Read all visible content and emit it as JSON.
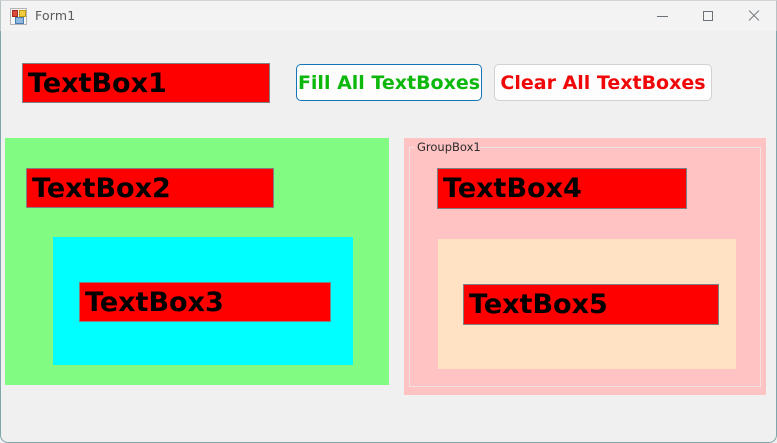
{
  "window": {
    "title": "Form1",
    "icon": "winforms-designer-icon",
    "controls": {
      "minimize": "minimize-icon",
      "maximize": "maximize-icon",
      "close": "close-icon"
    },
    "background_color": "#f0f0f0",
    "titlebar_color": "#f3f3f3"
  },
  "textboxes": {
    "textbox1": {
      "value": "TextBox1",
      "background": "#ff0000",
      "foreground": "#000000"
    },
    "textbox2": {
      "value": "TextBox2",
      "background": "#ff0000",
      "foreground": "#000000"
    },
    "textbox3": {
      "value": "TextBox3",
      "background": "#ff0000",
      "foreground": "#000000"
    },
    "textbox4": {
      "value": "TextBox4",
      "background": "#ff0000",
      "foreground": "#000000"
    },
    "textbox5": {
      "value": "TextBox5",
      "background": "#ff0000",
      "foreground": "#000000"
    }
  },
  "buttons": {
    "fill": {
      "label": "Fill All TextBoxes",
      "text_color": "#0db80d",
      "border_color": "#1474b8",
      "focused": true
    },
    "clear": {
      "label": "Clear All TextBoxes",
      "text_color": "#f00808",
      "border_color": "#d2d2d2",
      "focused": false
    }
  },
  "containers": {
    "panel_green": {
      "background": "#82fb82"
    },
    "panel_cyan": {
      "background": "#00ffff"
    },
    "groupbox1": {
      "caption": "GroupBox1",
      "background": "#ffc3c3"
    },
    "panel_peach": {
      "background": "#ffe2c4"
    }
  }
}
